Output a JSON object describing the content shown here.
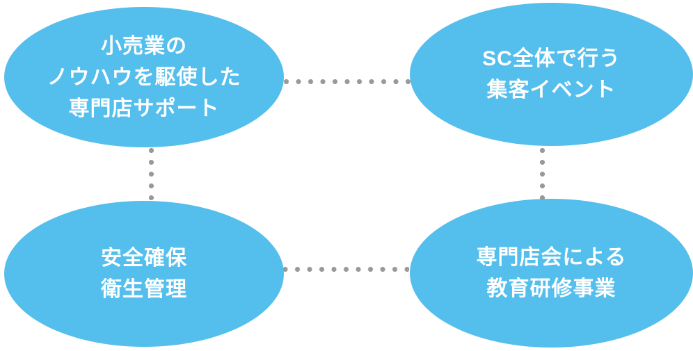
{
  "diagram": {
    "colors": {
      "background": "#ffffff",
      "ellipse_fill": "#54beec",
      "label_text": "#ffffff",
      "connector_dot": "#999999"
    },
    "nodes": [
      {
        "id": "retail-knowhow-support",
        "lines": [
          "小売業の",
          "ノウハウを駆使した",
          "専門店サポート"
        ]
      },
      {
        "id": "sc-customer-events",
        "lines": [
          "SC全体で行う",
          "集客イベント"
        ]
      },
      {
        "id": "safety-hygiene",
        "lines": [
          "安全確保",
          "衛生管理"
        ]
      },
      {
        "id": "training-program",
        "lines": [
          "専門店会による",
          "教育研修事業"
        ]
      }
    ]
  }
}
